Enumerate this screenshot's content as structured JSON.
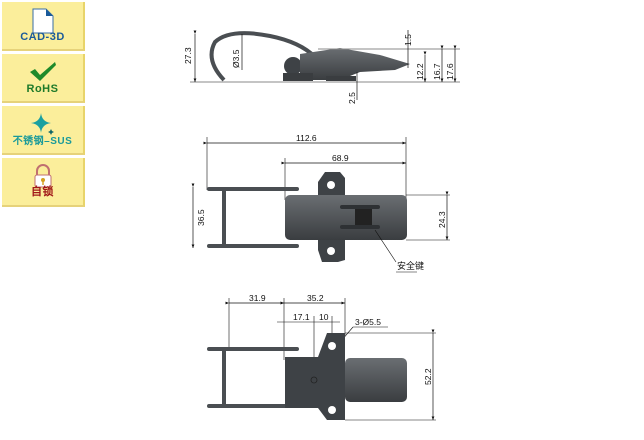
{
  "badges": [
    {
      "label": "CAD-3D",
      "icon": "document-icon",
      "color": "#1a5a9a"
    },
    {
      "label": "RoHS",
      "icon": "checkmark-icon",
      "color": "#1e7a2a"
    },
    {
      "label": "不锈钢–SUS",
      "icon": "sparkle-icon",
      "color": "#1a9a9a"
    },
    {
      "label": "自锁",
      "icon": "padlock-icon",
      "color": "#a01818"
    }
  ],
  "side_view": {
    "dims": {
      "height": "27.3",
      "wire_dia": "Ø3.5",
      "tip": "1.5",
      "d1": "12.2",
      "d2": "16.7",
      "d3": "17.6",
      "base": "2.5"
    }
  },
  "top_view": {
    "dims": {
      "overall": "112.6",
      "body": "68.9",
      "width": "36.5",
      "plate": "24.3"
    },
    "callout": "安全键"
  },
  "bottom_view": {
    "dims": {
      "a": "31.9",
      "b": "35.2",
      "c": "17.1",
      "d": "10",
      "holes": "3-Ø5.5",
      "height": "52.2"
    }
  }
}
